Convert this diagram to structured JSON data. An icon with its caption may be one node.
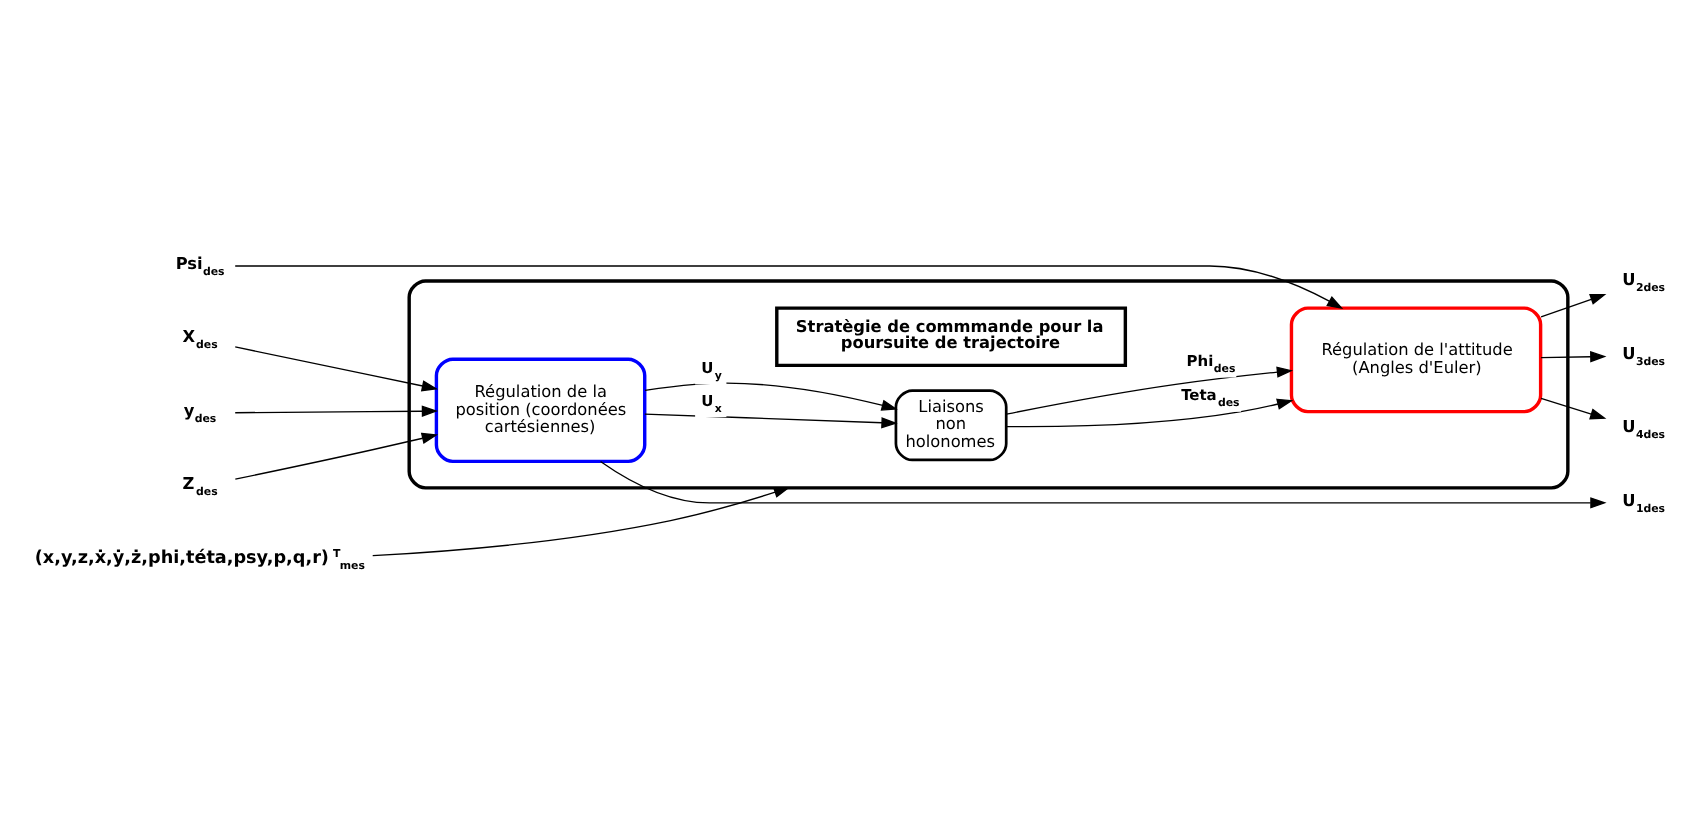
{
  "diagram": {
    "nodes": [
      {
        "text": [],
        "shape": "box"
      },
      {
        "text": [
          "Stratègie de commmande pour la poursuite de trajectoire"
        ],
        "in": 0
      },
      {
        "text": [
          "Régulation de la position (coordonées cartésiennes)"
        ],
        "in": 0
      },
      {
        "text": [
          "Liaisons non holonomes"
        ],
        "in": 0
      },
      {
        "text": [
          "Régulation de l'attitude (Angles d'Euler)"
        ],
        "in": 0
      },
      {
        "text": [
          "X$_{des}$"
        ]
      },
      {
        "text": [
          "y$_{des}$"
        ]
      },
      {
        "text": [
          "Z$_{des}$"
        ]
      },
      {
        "text": [
          "Psi$_{des}$"
        ]
      },
      {
        "text": [
          "U$_{1des}$"
        ]
      },
      {
        "text": [
          "U$_{2des}$"
        ]
      },
      {
        "text": [
          "U$_{3des}$"
        ]
      },
      {
        "text": [
          "U$_{4des}$"
        ]
      },
      {
        "text": [
          "(x,y,z,ẋ,ẏ,ż,phi,téta,psy,p,q,r)$^{T}$$_{mes}$"
        ]
      }
    ],
    "edges": [
      {
        "from": 5,
        "to": 2,
        "arrow": "to"
      },
      {
        "from": 6,
        "to": 2,
        "arrow": "to"
      },
      {
        "from": 7,
        "to": 2,
        "arrow": "to"
      },
      {
        "from": 8,
        "to": 4,
        "arrow": "to"
      },
      {
        "from": 2,
        "to": 9,
        "arrow": "to"
      },
      {
        "from": 2,
        "to": 3,
        "label": "U$_{x}$",
        "arrow": "to"
      },
      {
        "from": 2,
        "to": 3,
        "label": "U$_{y}$",
        "arrow": "to"
      },
      {
        "from": 3,
        "to": 4,
        "label": "Teta$_{des}$",
        "arrow": "to"
      },
      {
        "from": 3,
        "to": 4,
        "label": "Phi$_{des}$",
        "arrow": "to"
      },
      {
        "from": 4,
        "to": 10,
        "arrow": "to"
      },
      {
        "from": 4,
        "to": 11,
        "arrow": "to"
      },
      {
        "from": 4,
        "to": 12,
        "arrow": "to"
      },
      {
        "from": 13,
        "to": 0,
        "arrow": "to"
      }
    ]
  }
}
